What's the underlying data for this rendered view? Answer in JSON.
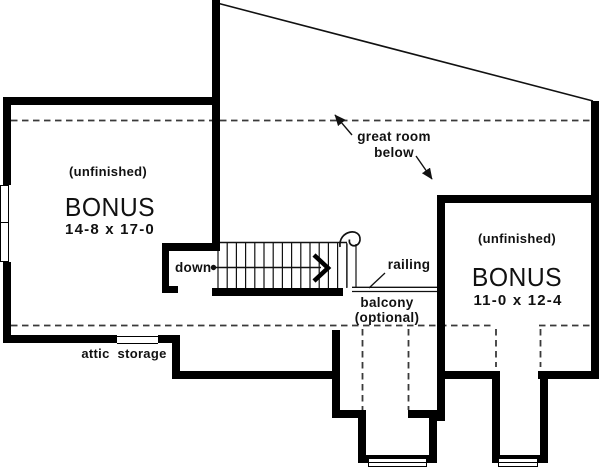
{
  "rooms": {
    "bonus_left": {
      "note": "(unfinished)",
      "name": "BONUS",
      "dimensions": "14-8 x 17-0"
    },
    "bonus_right": {
      "note": "(unfinished)",
      "name": "BONUS",
      "dimensions": "11-0 x 12-4"
    }
  },
  "annotations": {
    "great_room_line1": "great room",
    "great_room_line2": "below",
    "down": "down",
    "railing": "railing",
    "balcony_line1": "balcony",
    "balcony_line2": "(optional)",
    "attic_storage": "attic storage"
  },
  "colors": {
    "wall": "#000000",
    "background": "#ffffff",
    "text": "#111111",
    "dashed_line": "#3a3a3a"
  }
}
